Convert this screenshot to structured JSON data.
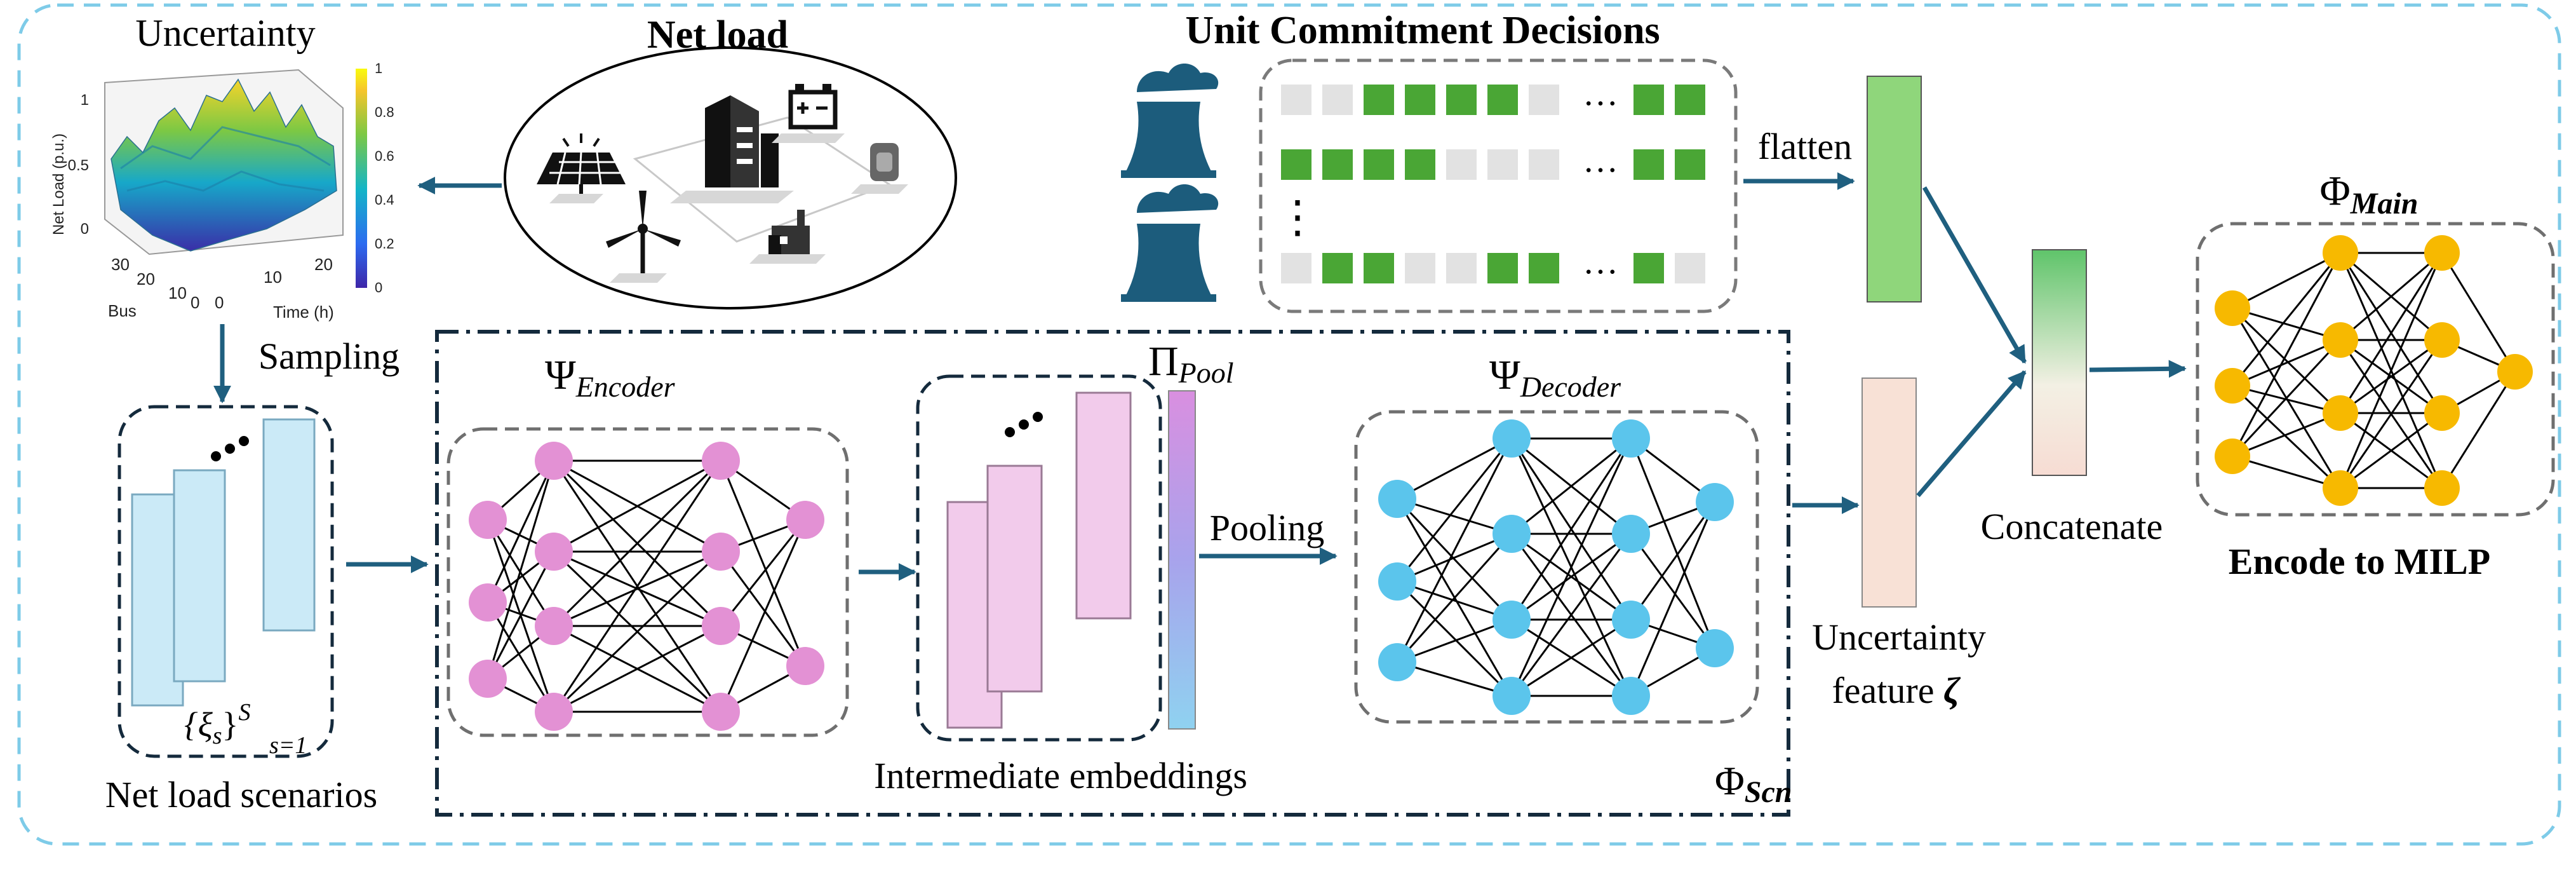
{
  "labels": {
    "uncertainty_title": "Uncertainty",
    "net_load_title": "Net load",
    "uc_title": "Unit Commitment Decisions",
    "flatten": "flatten",
    "sampling": "Sampling",
    "net_load_scenarios": "Net load scenarios",
    "scenario_set_xi": "{ξ",
    "scenario_set_sub": "s",
    "scenario_set_close": "}",
    "scenario_set_sup": "S",
    "scenario_set_range": "s=1",
    "psi": "Ψ",
    "encoder_sub": "Encoder",
    "pi": "Π",
    "pool_sub": "Pool",
    "pooling": "Pooling",
    "intermediate_embeddings": "Intermediate embeddings",
    "decoder_sub": "Decoder",
    "phi": "Φ",
    "scn_sub": "Scn",
    "main_sub": "Main",
    "concatenate": "Concatenate",
    "encode_to_milp": "Encode to MILP",
    "uncertainty_feature_line1": "Uncertainty",
    "uncertainty_feature_line2": "feature ",
    "zeta": "ζ",
    "ellipsis": "…",
    "vdots": "⋮"
  },
  "surface_plot": {
    "z_label": "Net Load (p.u.)",
    "x_label": "Bus",
    "y_label": "Time (h)",
    "z_ticks": [
      "0",
      "0.5",
      "1"
    ],
    "bus_ticks": [
      "30",
      "20",
      "10",
      "0"
    ],
    "time_ticks": [
      "0",
      "10",
      "20"
    ],
    "colorbar_ticks": [
      "0",
      "0.2",
      "0.4",
      "0.6",
      "0.8",
      "1"
    ]
  },
  "uc_rows": [
    [
      0,
      0,
      1,
      1,
      1,
      1,
      0,
      1,
      1
    ],
    [
      1,
      1,
      1,
      1,
      0,
      0,
      0,
      1,
      1
    ],
    [
      0,
      1,
      1,
      0,
      0,
      1,
      1,
      1,
      0
    ]
  ],
  "colors": {
    "dashed_border": "#7ecbe8",
    "arrow": "#1f5f7f",
    "encoder_node": "#e391d4",
    "decoder_node": "#5bc5ec",
    "main_node": "#f7b900",
    "uc_on": "#4aa635",
    "uc_off": "#e2e2e2",
    "scenario_fill": "#cbeaf7",
    "embedding_fill": "#f2cbeb",
    "plant": "#1c5c7c"
  }
}
